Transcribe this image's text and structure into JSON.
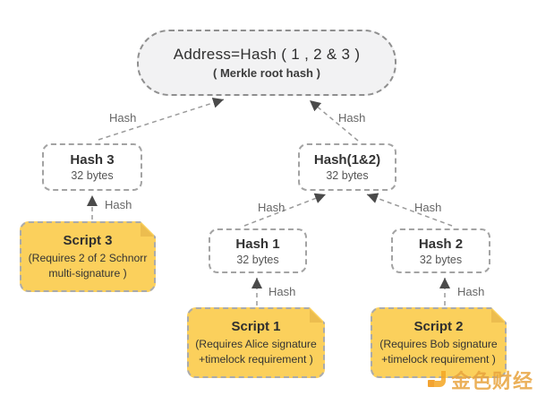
{
  "root": {
    "title": "Address=Hash ( 1 , 2 & 3 )",
    "subtitle": "( Merkle root hash )"
  },
  "nodes": {
    "hash3": {
      "title": "Hash 3",
      "size": "32 bytes"
    },
    "hash12": {
      "title": "Hash(1&2)",
      "size": "32 bytes"
    },
    "hash1": {
      "title": "Hash 1",
      "size": "32 bytes"
    },
    "hash2": {
      "title": "Hash 2",
      "size": "32 bytes"
    },
    "script3": {
      "title": "Script 3",
      "body": "(Requires 2 of 2 Schnorr multi-signature )"
    },
    "script1": {
      "title": "Script 1",
      "body": "(Requires Alice signature +timelock requirement )"
    },
    "script2": {
      "title": "Script 2",
      "body": "(Requires Bob signature +timelock requirement )"
    }
  },
  "edges": {
    "label": "Hash"
  },
  "watermark": {
    "brand": "金色财经"
  },
  "colors": {
    "root_fill": "#f2f2f3",
    "hash_fill": "#ffffff",
    "script_fill": "#fbd05c",
    "fold_shade": "#ecbd4f",
    "dashed_border": "#9a9a9a",
    "edge_line": "#9a9a9a",
    "arrowhead": "#4a4a4a",
    "text_primary": "#333333",
    "text_secondary": "#565656",
    "edge_label": "#666666",
    "watermark_gold": "#e8a33d"
  }
}
